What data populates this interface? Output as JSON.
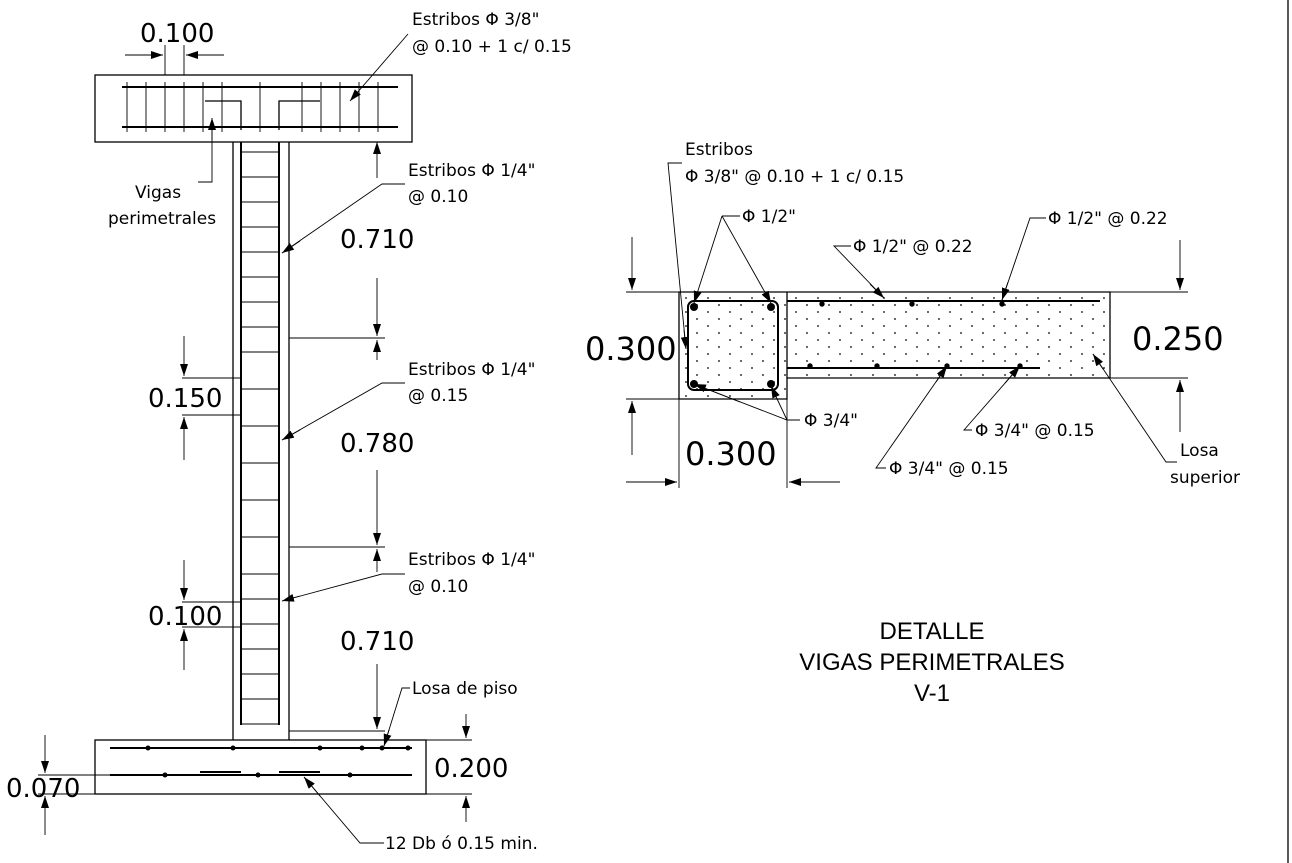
{
  "left_detail": {
    "dim_top_width": "0.100",
    "stirrups_top": {
      "line1": "Estribos Φ 3/8\"",
      "line2": "@ 0.10 + 1 c/ 0.15"
    },
    "vigas_label": {
      "line1": "Vigas",
      "line2": "perimetrales"
    },
    "stirrups_upper": {
      "line1": "Estribos Φ 1/4\"",
      "line2": "@ 0.10"
    },
    "dim_upper": "0.710",
    "dim_spacing_mid": "0.150",
    "stirrups_mid": {
      "line1": "Estribos Φ 1/4\"",
      "line2": "@ 0.15"
    },
    "dim_mid": "0.780",
    "dim_spacing_low": "0.100",
    "stirrups_low": {
      "line1": "Estribos Φ 1/4\"",
      "line2": "@ 0.10"
    },
    "dim_low": "0.710",
    "losa_piso": "Losa de piso",
    "dim_slab": "0.200",
    "dim_cover": "0.070",
    "anchorage": "12 Db ó 0.15 min."
  },
  "right_detail": {
    "estribos": {
      "line1": "Estribos",
      "line2": "Φ 3/8\" @ 0.10 + 1 c/ 0.15"
    },
    "bar_half_corner": "Φ 1/2\"",
    "bar_half_spacing_a": "Φ 1/2\" @ 0.22",
    "bar_half_spacing_b": "Φ 1/2\" @ 0.22",
    "dim_height": "0.300",
    "dim_slab": "0.250",
    "bar_three_quarter": "Φ 3/4\"",
    "bar_three_quarter_spacing_a": "Φ 3/4\" @ 0.15",
    "bar_three_quarter_spacing_b": "Φ 3/4\" @ 0.15",
    "dim_width": "0.300",
    "losa_superior": {
      "line1": "Losa",
      "line2": "superior"
    }
  },
  "title": {
    "line1": "DETALLE",
    "line2": "VIGAS PERIMETRALES",
    "line3": "V-1"
  }
}
